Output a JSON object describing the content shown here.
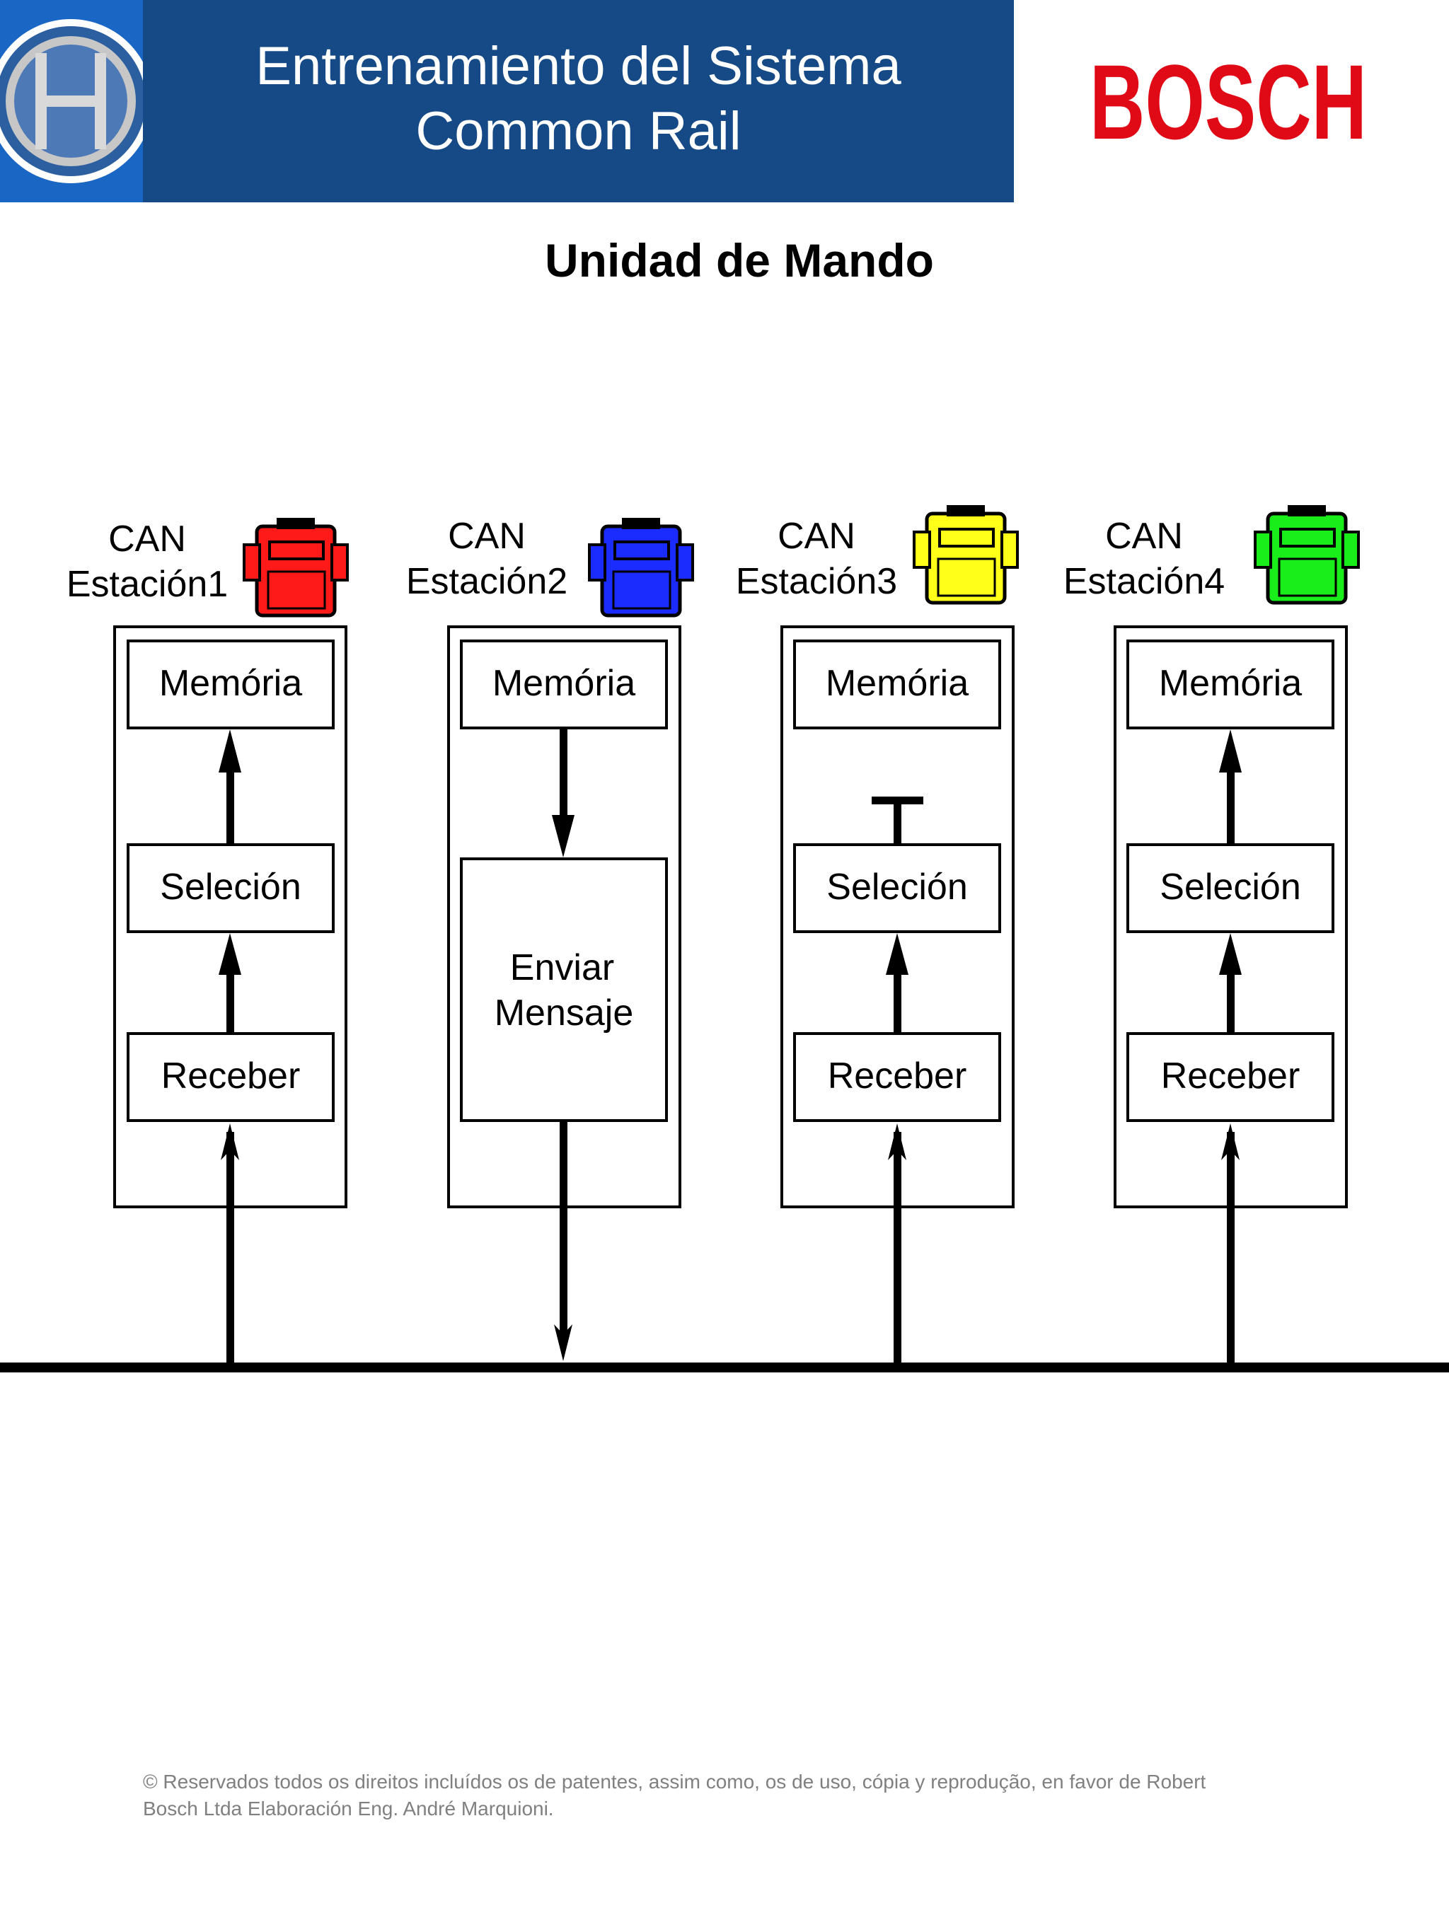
{
  "header": {
    "title_line1": "Entrenamiento del Sistema",
    "title_line2": "Common Rail",
    "brand": "BOSCH"
  },
  "page_title": "Unidad de Mando",
  "stations": [
    {
      "can": "CAN",
      "name": "Estación1",
      "ecu_color": "#ff1a1a",
      "boxes": [
        "Memória",
        "Seleción",
        "Receber"
      ]
    },
    {
      "can": "CAN",
      "name": "Estación2",
      "ecu_color": "#1a2cff",
      "boxes": [
        "Memória",
        "Enviar",
        "Mensaje"
      ]
    },
    {
      "can": "CAN",
      "name": "Estación3",
      "ecu_color": "#ffff1a",
      "boxes": [
        "Memória",
        "Seleción",
        "Receber"
      ]
    },
    {
      "can": "CAN",
      "name": "Estación4",
      "ecu_color": "#1aee1a",
      "boxes": [
        "Memória",
        "Seleción",
        "Receber"
      ]
    }
  ],
  "footer": {
    "line1": "© Reservados todos os direitos incluídos os de patentes, assim como, os de uso, cópia y reprodução, en favor de Robert",
    "line2": "Bosch Ltda Elaboración Eng. André Marquioni."
  }
}
